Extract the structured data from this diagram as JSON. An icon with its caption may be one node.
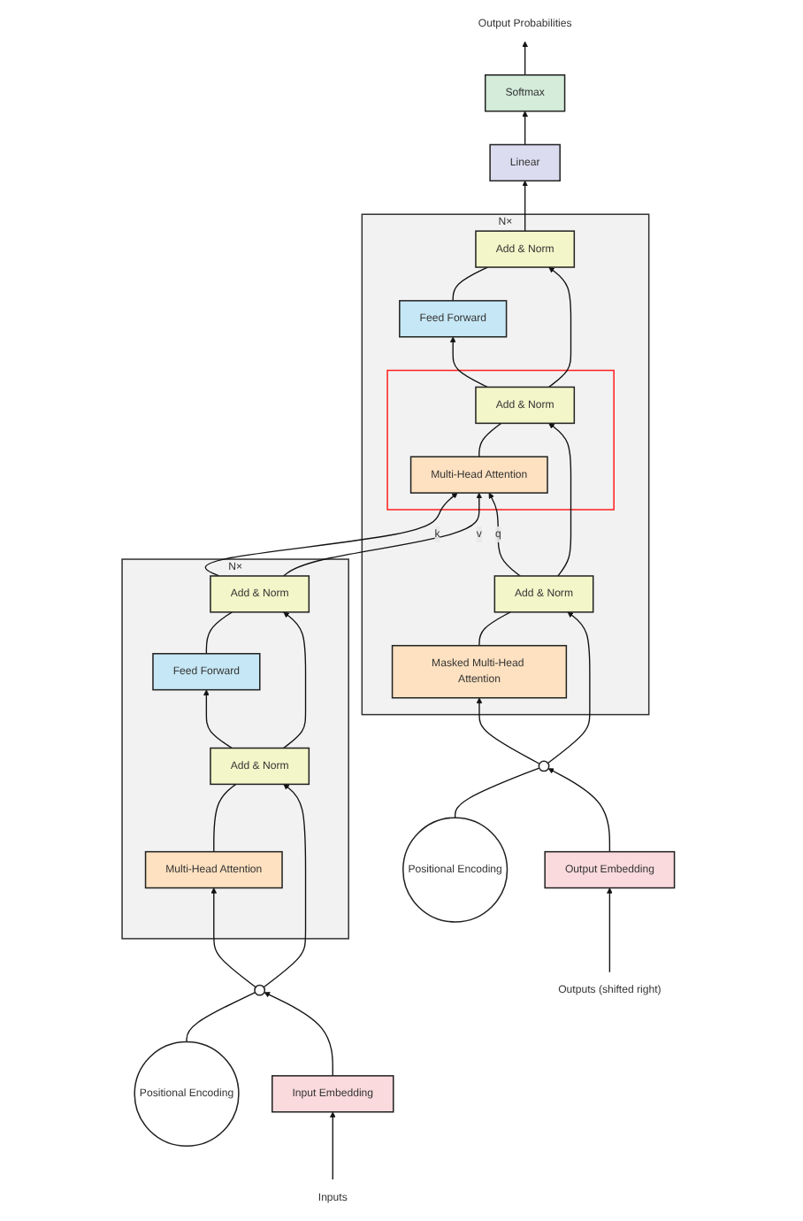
{
  "diagram": {
    "nodes": [
      {
        "text": [],
        "shape": "box",
        "beside": [
          "N×"
        ]
      },
      {
        "text": [
          "Add & Norm"
        ],
        "in": 0
      },
      {
        "text": [
          "Feed Forward"
        ],
        "in": 0
      },
      {
        "text": [
          "Add & Norm"
        ],
        "in": 0
      },
      {
        "text": [
          "Multi-Head Attention"
        ],
        "in": 0
      },
      {
        "text": [
          "Positional Encoding"
        ]
      },
      {
        "text": [],
        "shape": "circle"
      },
      {
        "text": [
          "Input Embedding"
        ]
      },
      {
        "text": [
          "Inputs"
        ]
      },
      {
        "text": [
          "Output Probabilities"
        ]
      },
      {
        "text": [
          "Softmax"
        ]
      },
      {
        "text": [
          "Linear"
        ]
      },
      {
        "text": [],
        "shape": "box",
        "beside": [
          "N×"
        ]
      },
      {
        "text": [
          "Add & Norm"
        ],
        "in": 12
      },
      {
        "text": [
          "Feed Forward"
        ],
        "in": 12
      },
      {
        "text": [],
        "shape": "box",
        "in": 12
      },
      {
        "text": [
          "Add & Norm"
        ],
        "in": 15
      },
      {
        "text": [
          "Multi-Head Attention"
        ],
        "in": 15
      },
      {
        "text": [
          "Add & Norm"
        ],
        "in": 12
      },
      {
        "text": [
          "Masked Multi-Head Attention"
        ],
        "in": 12
      },
      {
        "text": [],
        "shape": "circle"
      },
      {
        "text": [
          "Positional Encoding"
        ]
      },
      {
        "text": [
          "Output Embedding"
        ]
      },
      {
        "text": [
          "Outputs (shifted right)"
        ]
      }
    ],
    "edges": [
      {
        "from": 8,
        "to": 7,
        "arrow": "to"
      },
      {
        "from": 7,
        "to": 6,
        "arrow": "to"
      },
      {
        "from": 5,
        "to": 6,
        "arrow": "none"
      },
      {
        "from": 6,
        "to": 4,
        "arrow": "to"
      },
      {
        "from": 6,
        "to": 3,
        "arrow": "to"
      },
      {
        "from": 4,
        "to": 3,
        "arrow": "none"
      },
      {
        "from": 3,
        "to": 2,
        "arrow": "to"
      },
      {
        "from": 3,
        "to": 1,
        "arrow": "to"
      },
      {
        "from": 2,
        "to": 1,
        "arrow": "none"
      },
      {
        "from": 1,
        "to": 17,
        "label": "k",
        "arrow": "to"
      },
      {
        "from": 1,
        "to": 17,
        "label": "v",
        "arrow": "to"
      },
      {
        "from": 23,
        "to": 22,
        "arrow": "to"
      },
      {
        "from": 22,
        "to": 20,
        "arrow": "to"
      },
      {
        "from": 21,
        "to": 20,
        "arrow": "none"
      },
      {
        "from": 20,
        "to": 19,
        "arrow": "to"
      },
      {
        "from": 20,
        "to": 18,
        "arrow": "to"
      },
      {
        "from": 19,
        "to": 18,
        "arrow": "none"
      },
      {
        "from": 18,
        "to": 17,
        "label": "q",
        "arrow": "to"
      },
      {
        "from": 18,
        "to": 16,
        "arrow": "to"
      },
      {
        "from": 17,
        "to": 16,
        "arrow": "none"
      },
      {
        "from": 16,
        "to": 14,
        "arrow": "to"
      },
      {
        "from": 16,
        "to": 13,
        "arrow": "to"
      },
      {
        "from": 14,
        "to": 13,
        "arrow": "none"
      },
      {
        "from": 13,
        "to": 11,
        "arrow": "to"
      },
      {
        "from": 11,
        "to": 10,
        "arrow": "to"
      },
      {
        "from": 10,
        "to": 9,
        "arrow": "to"
      }
    ]
  }
}
